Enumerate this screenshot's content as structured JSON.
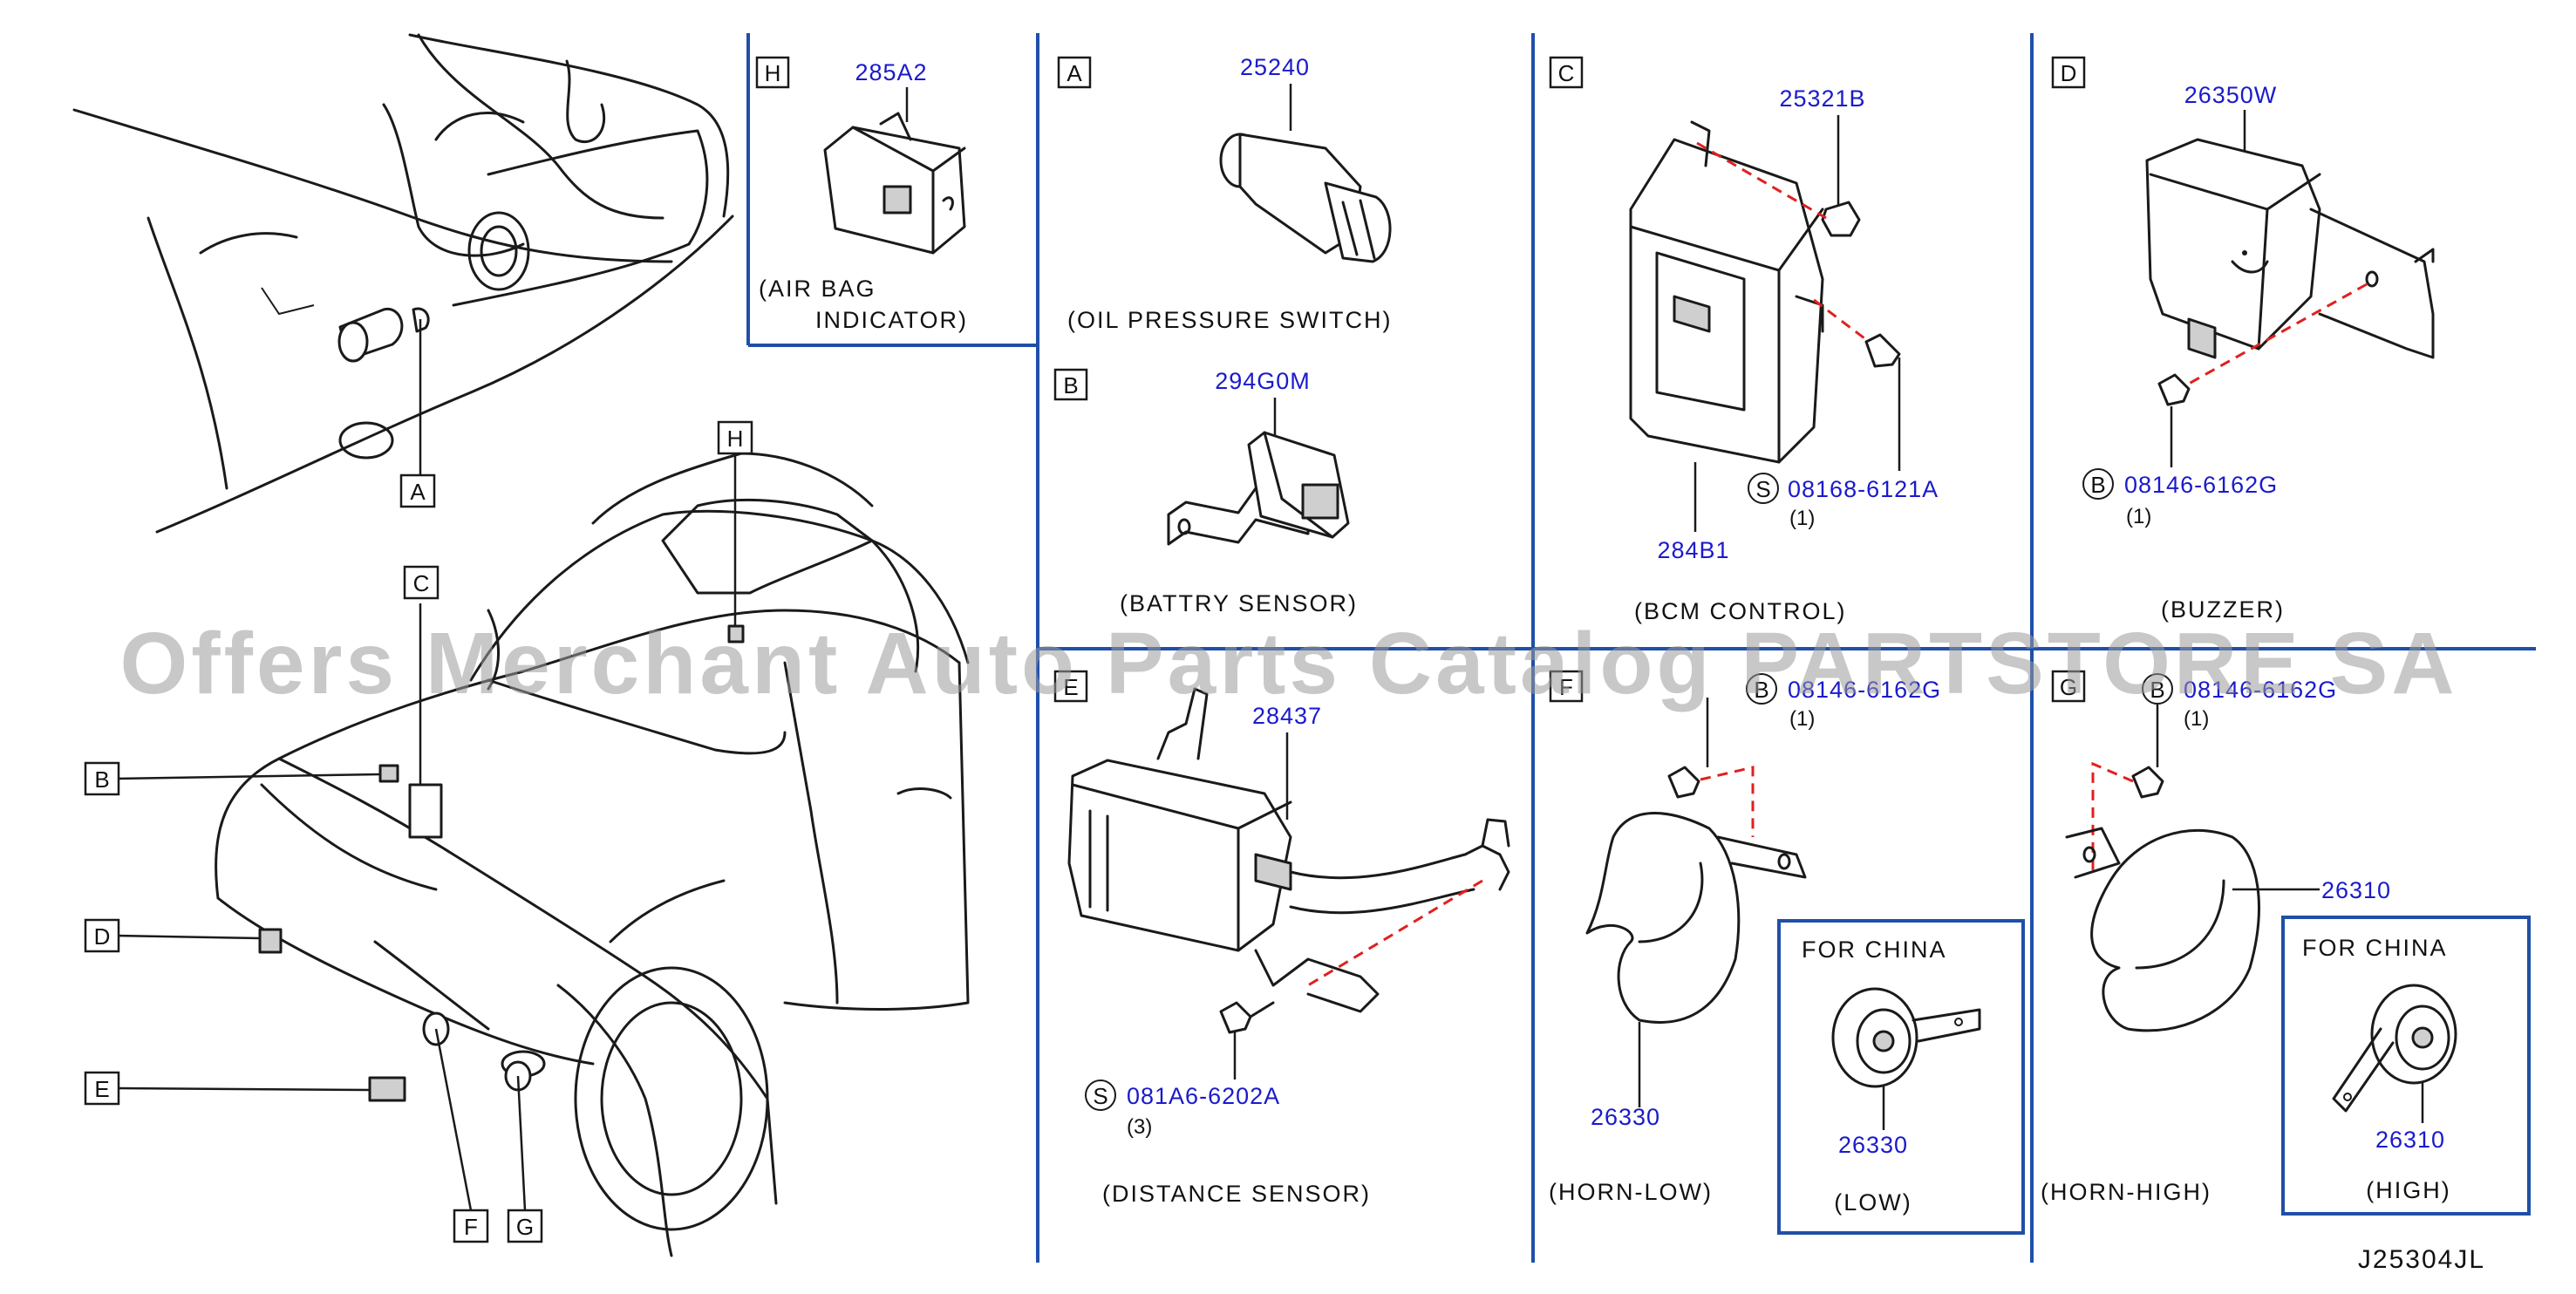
{
  "locator_keys": [
    "A",
    "B",
    "C",
    "D",
    "E",
    "F",
    "G",
    "H"
  ],
  "panels": {
    "h": {
      "key": "H",
      "part_number": "285A2",
      "label_line1": "(AIR   BAG",
      "label_line2": "INDICATOR)"
    },
    "a": {
      "key": "A",
      "part_number": "25240",
      "label": "(OIL   PRESSURE   SWITCH)"
    },
    "b": {
      "key": "B",
      "part_number": "294G0M",
      "label": "(BATTRY   SENSOR)"
    },
    "c": {
      "key": "C",
      "part_number_top": "25321B",
      "bolt_prefix": "S",
      "bolt_number": "08168-6121A",
      "bolt_qty": "(1)",
      "part_number_bottom": "284B1",
      "label": "(BCM   CONTROL)"
    },
    "d": {
      "key": "D",
      "part_number": "26350W",
      "bolt_prefix": "B",
      "bolt_number": "08146-6162G",
      "bolt_qty": "(1)",
      "label": "(BUZZER)"
    },
    "e": {
      "key": "E",
      "part_number": "28437",
      "bolt_prefix": "S",
      "bolt_number": "081A6-6202A",
      "bolt_qty": "(3)",
      "label": "(DISTANCE   SENSOR)"
    },
    "f": {
      "key": "F",
      "bolt_prefix": "B",
      "bolt_number": "08146-6162G",
      "bolt_qty": "(1)",
      "part_number": "26330",
      "label": "(HORN-LOW)",
      "inset_title": "FOR   CHINA",
      "inset_part_number": "26330",
      "inset_label": "(LOW)"
    },
    "g": {
      "key": "G",
      "bolt_prefix": "B",
      "bolt_number": "08146-6162G",
      "bolt_qty": "(1)",
      "part_number": "26310",
      "label": "(HORN-HIGH)",
      "inset_title": "FOR   CHINA",
      "inset_part_number": "26310",
      "inset_label": "(HIGH)"
    }
  },
  "watermark": "Offers Merchant Auto Parts Catalog PARTSTORE SA",
  "diagram_code": "J25304JL",
  "colors": {
    "part_number": "#1a1acc",
    "divider": "#1f4fa8",
    "dashed_line": "#e02020",
    "ink": "#1a1a1a"
  }
}
